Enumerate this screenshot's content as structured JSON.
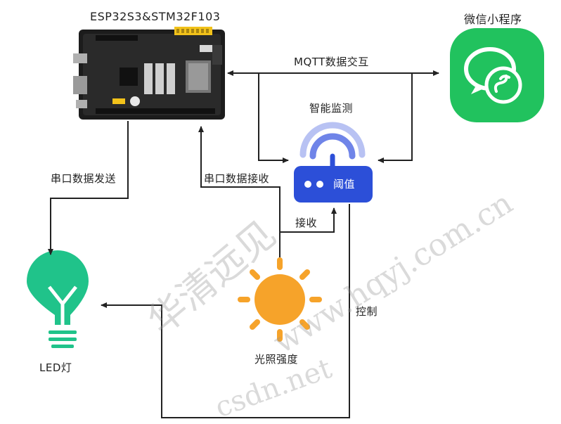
{
  "labels": {
    "board_title": "ESP32S3&STM32F103",
    "wechat_title": "微信小程序",
    "mqtt": "MQTT数据交互",
    "smart_monitor": "智能监测",
    "threshold": "阈值",
    "serial_send": "串口数据发送",
    "serial_receive": "串口数据接收",
    "receive": "接收",
    "control": "控制",
    "light_intensity": "光照强度",
    "led": "LED灯"
  },
  "watermark": {
    "line1": "华清远见",
    "line2": "www.hqyj.com.cn",
    "line3": "csdn.net"
  },
  "colors": {
    "wechat_green": "#21c25e",
    "router_blue": "#2c4fd8",
    "signal_light": "#b8c2f3",
    "signal_mid": "#6f84e8",
    "bulb_green": "#20c38a",
    "sun_orange": "#f6a32a",
    "board_dark": "#202020",
    "arrow": "#222222"
  },
  "icons": {
    "board": "dev-board-image",
    "wechat": "wechat-mini-program-icon",
    "router": "router-icon",
    "bulb": "light-bulb-icon",
    "sun": "sun-icon"
  }
}
